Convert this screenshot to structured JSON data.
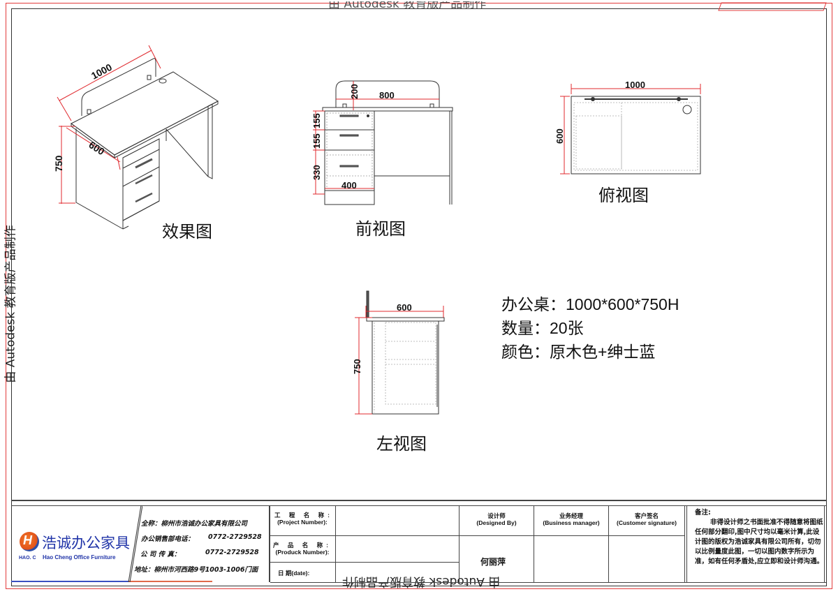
{
  "watermark": {
    "text": "由 Autodesk 教育版产品制作"
  },
  "views": {
    "iso": {
      "label": "效果图",
      "dims": {
        "width": "1000",
        "depth": "600",
        "height": "750"
      }
    },
    "front": {
      "label": "前视图",
      "dims": {
        "screen_height": "200",
        "screen_width": "800",
        "drawer1": "155",
        "drawer2": "155",
        "drawer3": "330",
        "pedestal_width": "400"
      }
    },
    "top": {
      "label": "俯视图",
      "dims": {
        "width": "1000",
        "depth": "600"
      }
    },
    "left": {
      "label": "左视图",
      "dims": {
        "depth": "600",
        "height": "750"
      }
    }
  },
  "spec": {
    "product": "办公桌：1000*600*750H",
    "quantity": "数量：20张",
    "color": "颜色：原木色+绅士蓝"
  },
  "title_block": {
    "logo": {
      "cn": "浩诚办公家具",
      "abbr": "HAO. C",
      "en": "Hao  Cheng Office Furniture",
      "badge": "H"
    },
    "company": {
      "full_name": "全称：柳州市浩诚办公家具有限公司",
      "sales_phone_label": "办公销售部电话：",
      "sales_phone": "0772-2729528",
      "fax_label": "公  司  传  真：",
      "fax": "0772-2729528",
      "address": "地址：柳州市河西路9号1003-1006门面"
    },
    "fields": {
      "project_cn": "工 程 名 称:",
      "project_en": "(Project Number):",
      "product_cn": "产 品 名 称:",
      "product_en": "(Produck Number):",
      "date": "日    期(date):"
    },
    "roles": {
      "designer_cn": "设计师",
      "designer_en": "(Designed By)",
      "designer_name": "何丽萍",
      "manager_cn": "业务经理",
      "manager_en": "(Business manager)",
      "customer_cn": "客户签名",
      "customer_en": "(Customer signature)"
    },
    "notes": {
      "title": "备注:",
      "body": "非得设计师之书面批准不得随意将图纸任何部分翻印,图中尺寸均以毫米计算,此设计图的版权为浩诚家具有限公司所有，切勿以比例量度此图，一切以图内数字所示为准，如有任何矛盾处,应立即和设计师沟通。"
    }
  },
  "colors": {
    "frame_red": "#e23b3b",
    "dimension_red": "#e0292e",
    "logo_blue": "#2034a8",
    "logo_orange": "#e0521a"
  }
}
